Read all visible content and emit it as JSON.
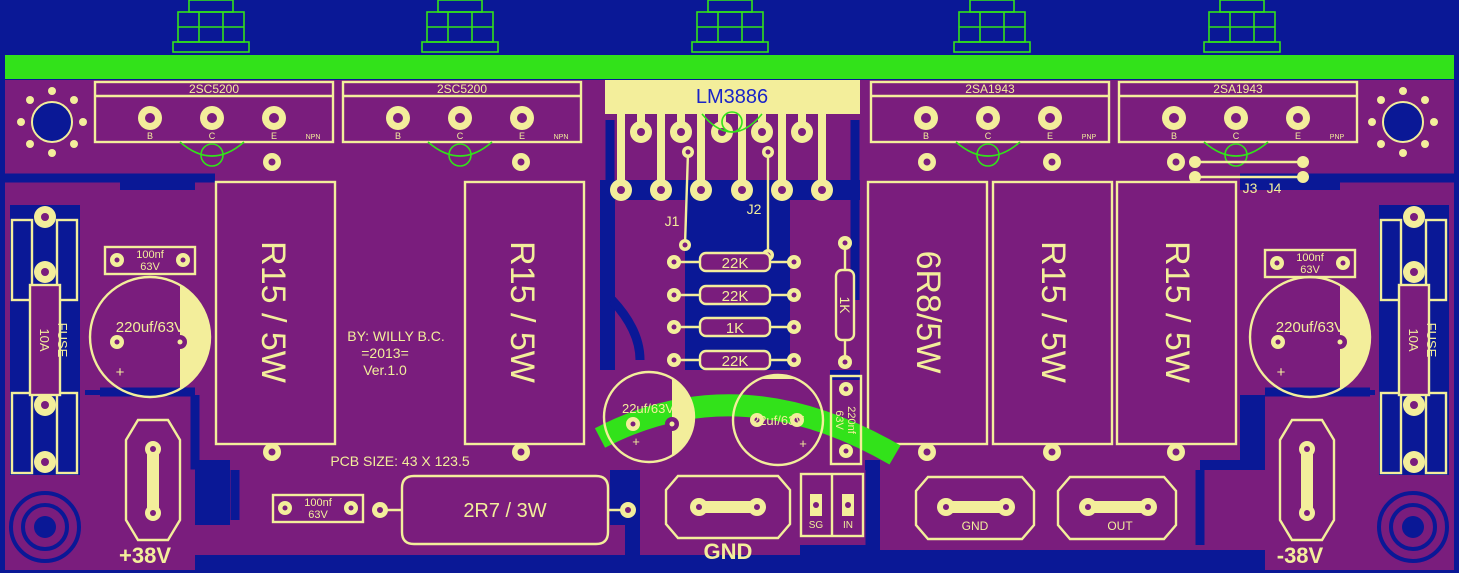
{
  "title": "LM3886",
  "transistors": [
    {
      "part": "2SC5200",
      "pins": [
        "B",
        "C",
        "E"
      ],
      "type": "NPN"
    },
    {
      "part": "2SC5200",
      "pins": [
        "B",
        "C",
        "E"
      ],
      "type": "NPN"
    },
    {
      "part": "2SA1943",
      "pins": [
        "B",
        "C",
        "E"
      ],
      "type": "PNP"
    },
    {
      "part": "2SA1943",
      "pins": [
        "B",
        "C",
        "E"
      ],
      "type": "PNP"
    }
  ],
  "resistors_large": [
    "R15 / 5W",
    "R15 / 5W",
    "6R8/5W",
    "R15 / 5W",
    "R15 / 5W"
  ],
  "resistors_small": [
    "22K",
    "22K",
    "1K",
    "22K"
  ],
  "resistor_vertical": "1K",
  "caps_film": [
    {
      "line1": "100nf",
      "line2": "63V"
    },
    {
      "line1": "100nf",
      "line2": "63V"
    },
    {
      "line1": "100nf",
      "line2": "63V"
    }
  ],
  "cap_film_vertical": {
    "line1": "220nf",
    "line2": "63V"
  },
  "caps_elec_large": [
    "220uf/63V",
    "220uf/63V"
  ],
  "caps_elec_small": [
    "22uf/63V",
    "22uf/63V"
  ],
  "fuses": [
    {
      "label": "FUSE",
      "rating": "10A"
    },
    {
      "label": "FUSE",
      "rating": "10A"
    }
  ],
  "power_resistor": "2R7 / 3W",
  "jumpers": [
    "J1",
    "J2",
    "J3",
    "J4"
  ],
  "credit": {
    "line1": "BY: WILLY B.C.",
    "line2": "=2013=",
    "line3": "Ver.1.0"
  },
  "pcb_size": "PCB SIZE: 43 X 123.5",
  "connectors": {
    "sg": "SG",
    "in": "IN",
    "gnd": "GND",
    "out": "OUT"
  },
  "rail_labels": {
    "pos": "+38V",
    "gnd": "GND",
    "neg": "-38V"
  },
  "colors": {
    "board": "#0a1896",
    "copper": "#7a1d7d",
    "silkscreen": "#f3ee9b",
    "heatsink": "#32e21a",
    "title_text": "#1a24c8"
  }
}
